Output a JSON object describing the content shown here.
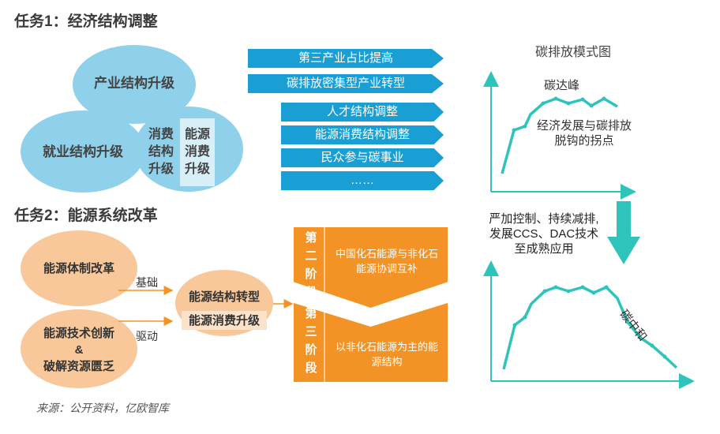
{
  "task1": {
    "title": "任务1：经济结构调整",
    "circle_industry": "产业结构升级",
    "circle_employment": "就业结构升级",
    "consumption_lines": [
      "消费",
      "结构",
      "升级"
    ],
    "energy_consumption_lines": [
      "能源",
      "消费",
      "升级"
    ],
    "banners": [
      "第三产业占比提高",
      "碳排放密集型产业转型",
      "人才结构调整",
      "能源消费结构调整",
      "民众参与碳事业",
      "……"
    ]
  },
  "task2": {
    "title": "任务2：能源系统改革",
    "energy_system_reform": "能源体制改革",
    "tech_lines": [
      "能源技术创新",
      "&",
      "破解资源匮乏"
    ],
    "basis_label": "基础",
    "drive_label": "驱动",
    "energy_structure_transform": "能源结构转型",
    "energy_consumption_upgrade": "能源消费升级",
    "stage2_lines": [
      "第",
      "二",
      "阶",
      "段"
    ],
    "stage2_text": [
      "中国化石能源与非化石",
      "能源协调互补"
    ],
    "stage3_lines": [
      "第",
      "三",
      "阶",
      "段"
    ],
    "stage3_text": [
      "以非化石能源为主的能",
      "源结构"
    ]
  },
  "carbon_model": {
    "title": "碳排放模式图",
    "peak_label": "碳达峰",
    "decoupling_lines": [
      "经济发展与碳排放",
      "脱钩的拐点"
    ],
    "action_lines": [
      "严加控制、持续减排,",
      "发展CCS、DAC技术",
      "至成熟应用"
    ],
    "neutral_label": "碳中和",
    "colors": {
      "curve": "#2ec4bc",
      "axis": "#2ec4bc",
      "arrow": "#2ec4bc"
    }
  },
  "source": "来源：公开资料，亿欧智库",
  "colors": {
    "blue_circle": "#8fd1ea",
    "banner": "#1a9fd4",
    "orange_circle": "#f8c89a",
    "orange": "#f39325"
  }
}
